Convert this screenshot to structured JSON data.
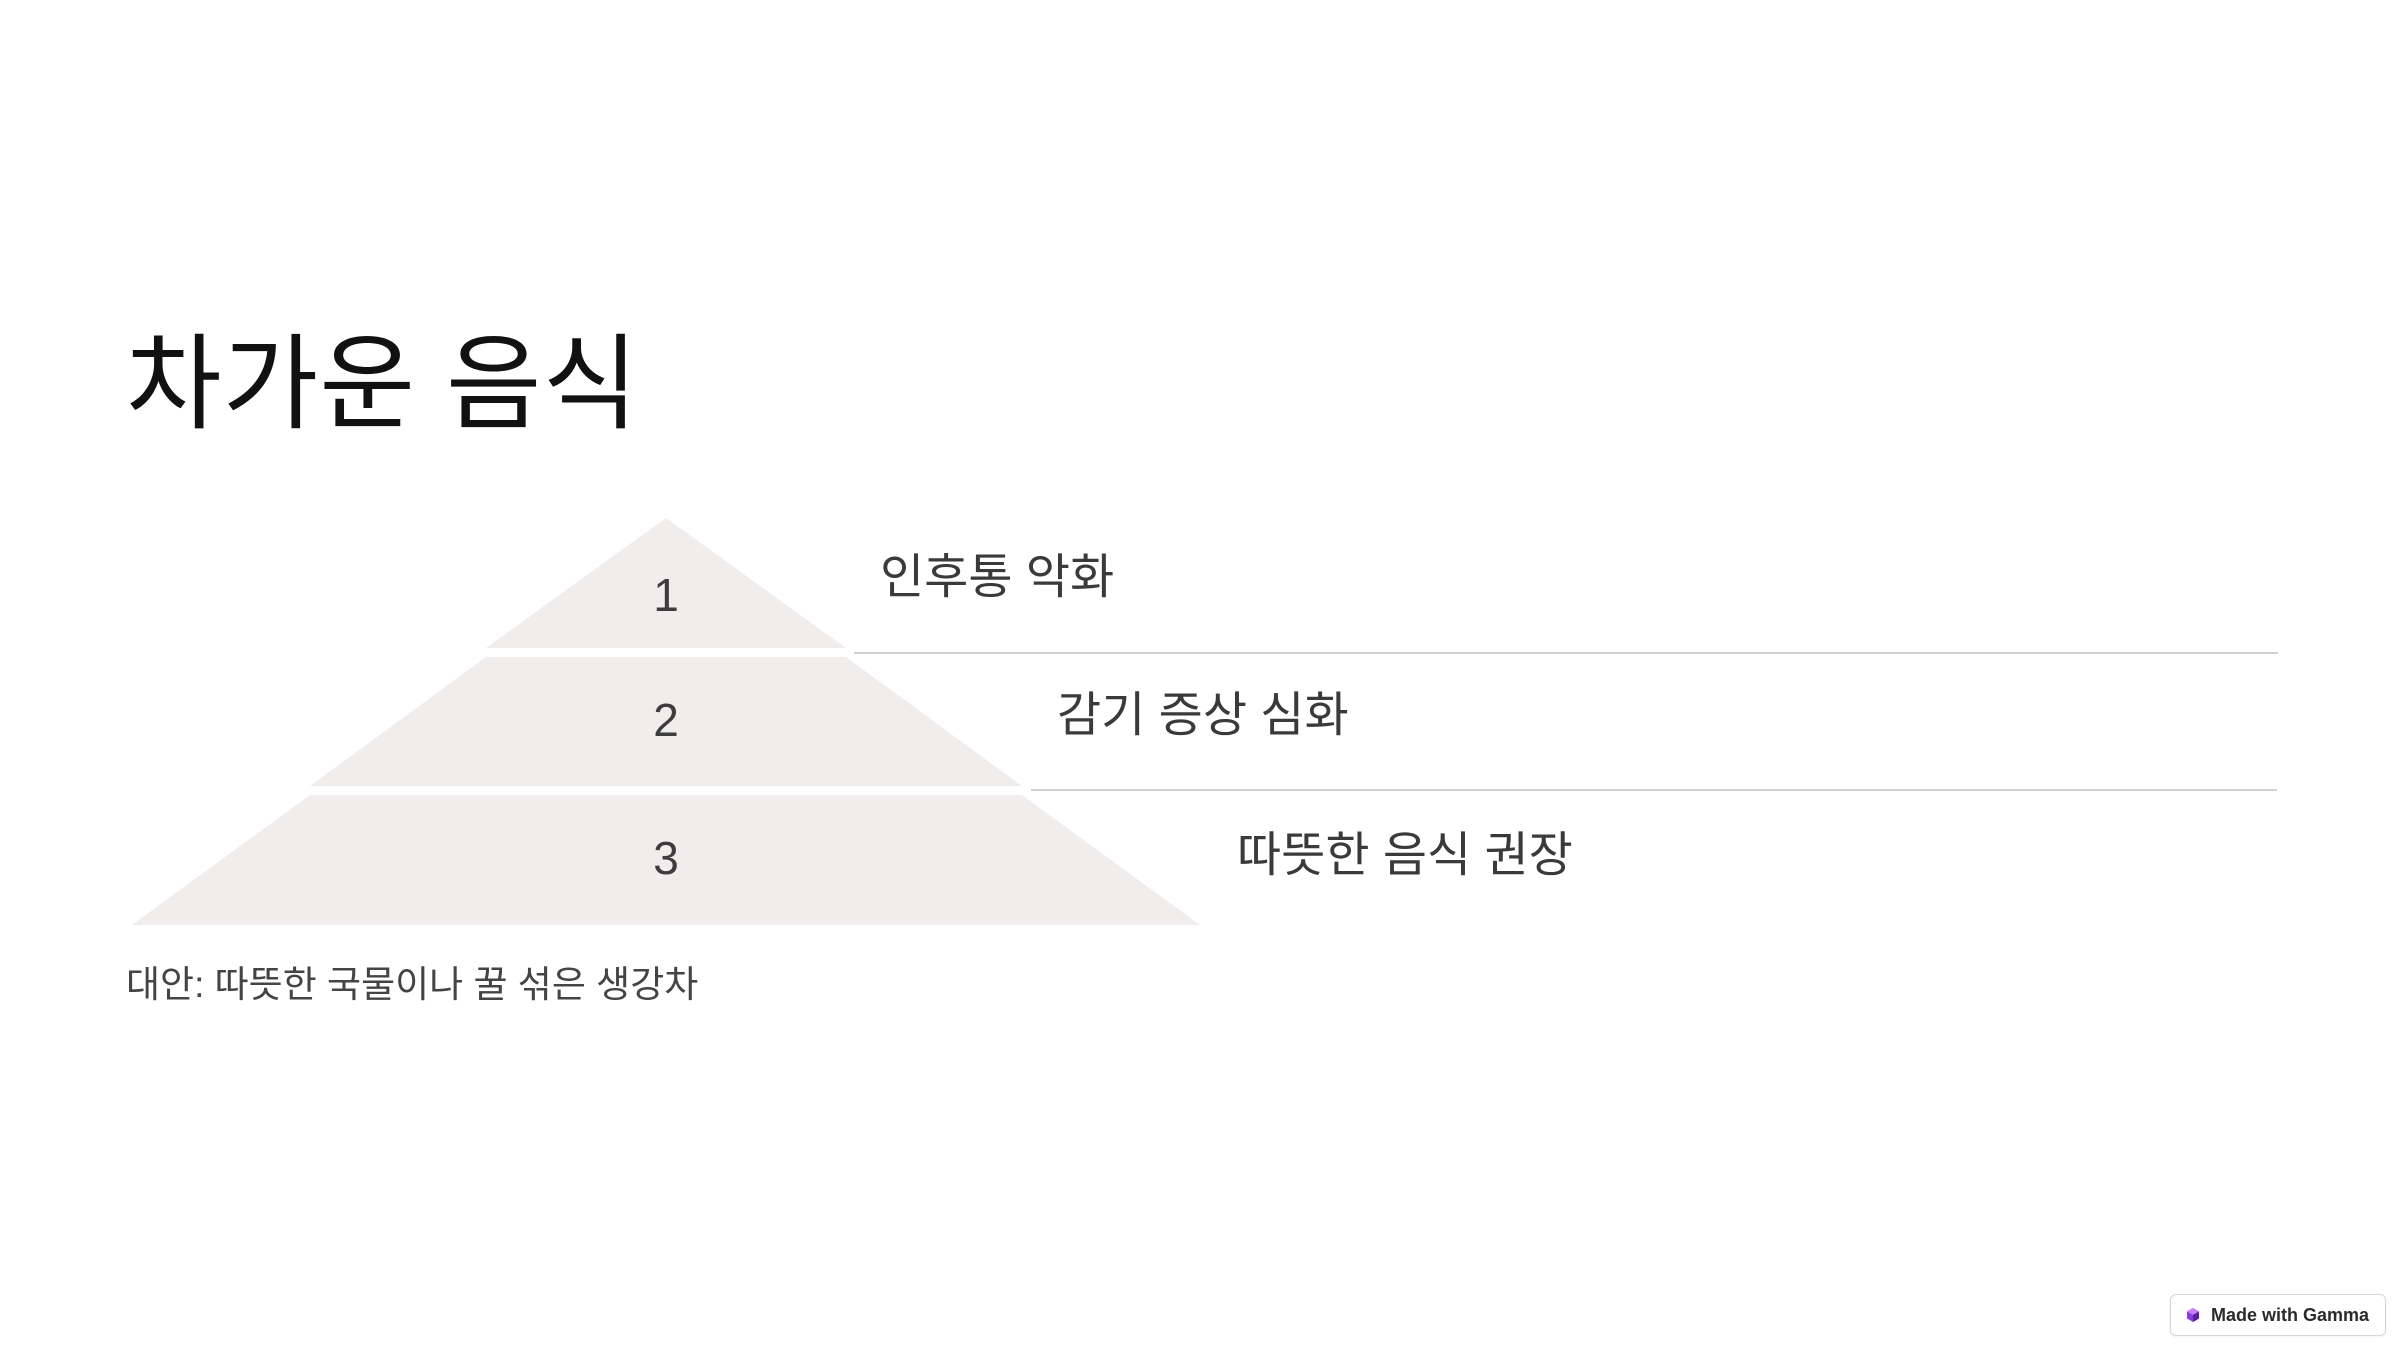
{
  "slide": {
    "title": "차가운 음식",
    "pyramid": {
      "fill_color": "#f0edec",
      "divider_color": "#d2d0ce",
      "tiers": [
        {
          "number": "1",
          "label": "인후통 악화"
        },
        {
          "number": "2",
          "label": "감기 증상 심화"
        },
        {
          "number": "3",
          "label": "따뜻한 음식 권장"
        }
      ]
    },
    "note": "대안: 따뜻한 국물이나 꿀 섞은 생강차"
  },
  "badge": {
    "text": "Made with Gamma",
    "icon": "gamma-logo-icon",
    "accent_color": "#8b3fd9"
  }
}
